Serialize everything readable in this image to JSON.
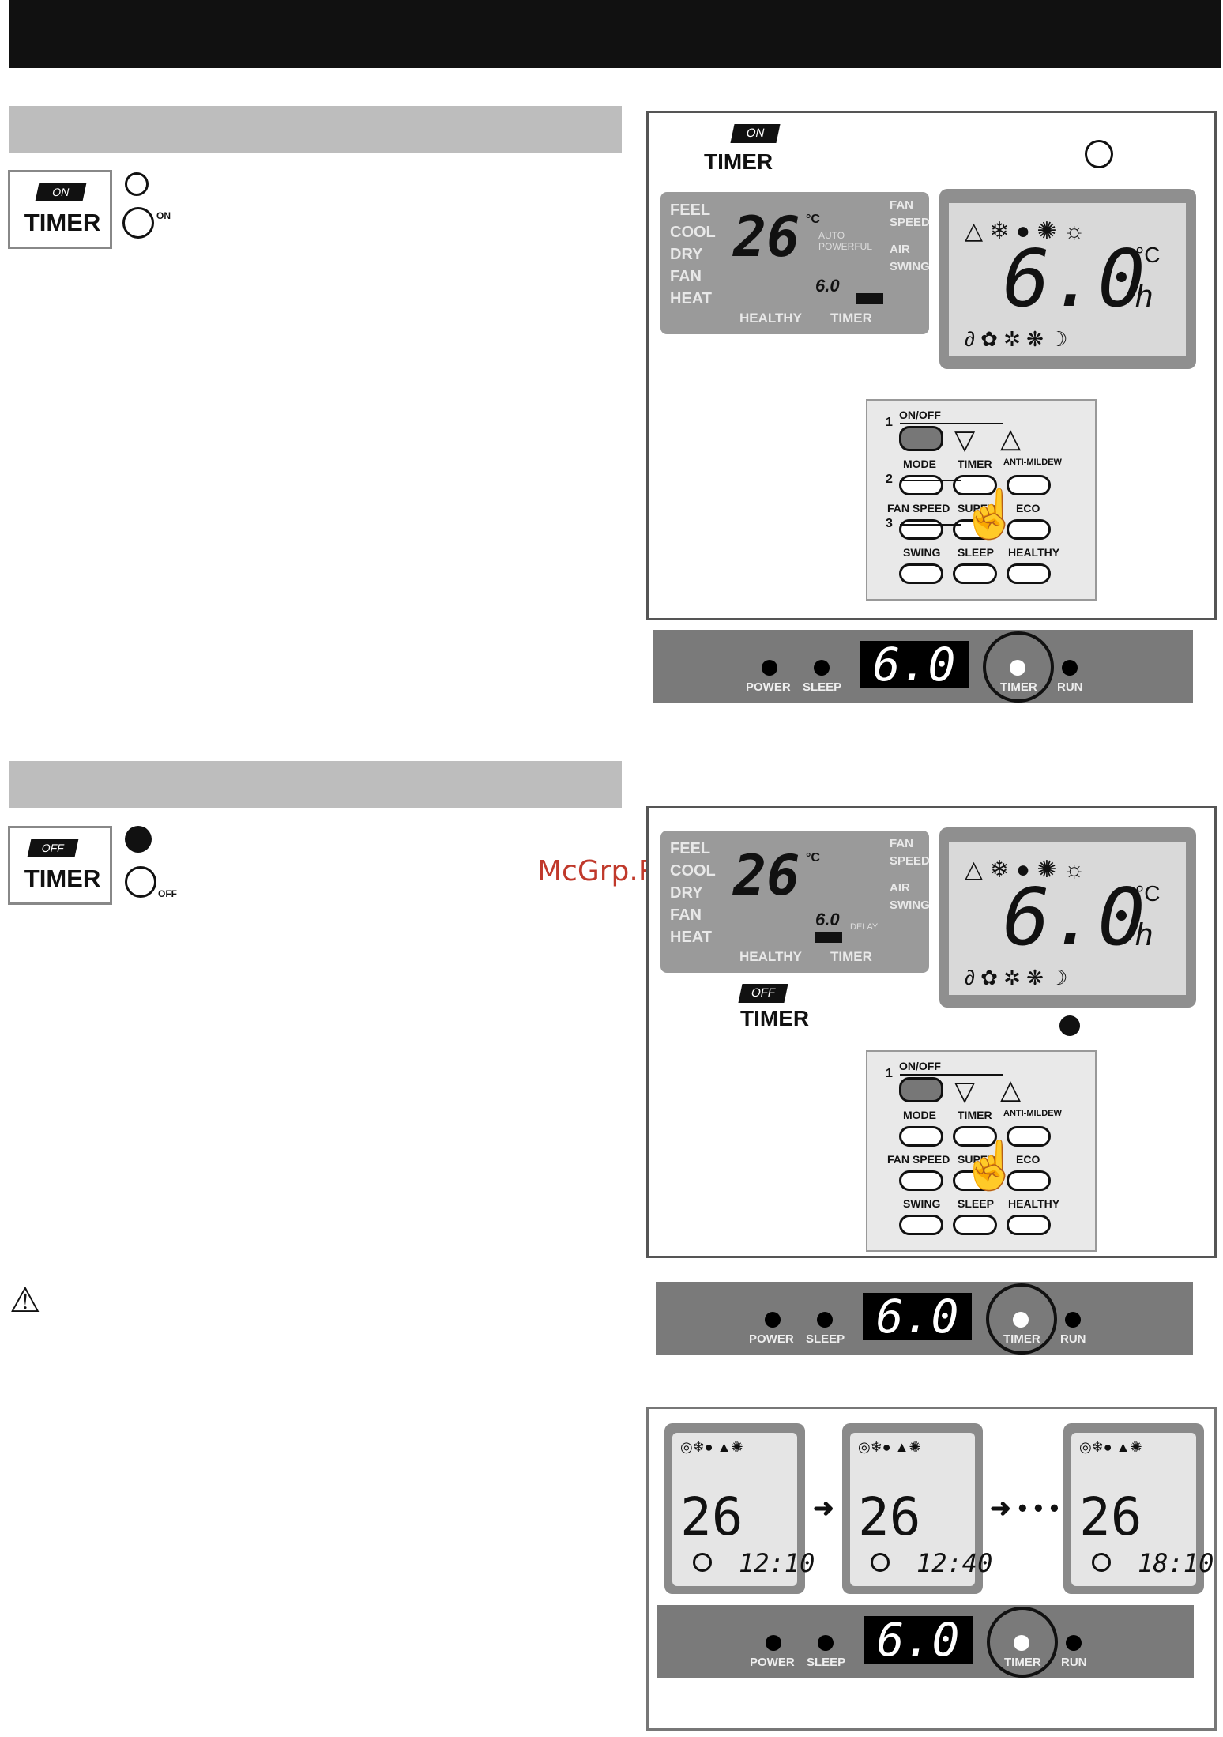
{
  "watermark": "McGrp.Ru",
  "on_timer": {
    "icon_tag": "ON",
    "icon_label": "TIMER",
    "clock_suffix": "ON",
    "callout_tag": "ON",
    "callout_label": "TIMER",
    "lcd_labels": [
      "FEEL",
      "COOL",
      "DRY",
      "FAN",
      "HEAT"
    ],
    "lcd_right_labels": [
      "FAN",
      "SPEED",
      "AIR",
      "SWING"
    ],
    "lcd_temp": "26",
    "lcd_unit": "°C",
    "lcd_timer": "6.0",
    "lcd_bottom": [
      "HEALTHY",
      "TIMER"
    ],
    "lcd_modes": "AUTO\nPOWERFUL",
    "remote_display": "6.0",
    "remote_unit": "h",
    "remote_unit_c": "°C",
    "remote_buttons": [
      "ON/OFF",
      "MODE",
      "TIMER",
      "ANTI-MILDEW",
      "FAN SPEED",
      "SUPER",
      "ECO",
      "SWING",
      "SLEEP",
      "HEALTHY"
    ],
    "callouts": [
      "1",
      "2",
      "3"
    ],
    "panel_display": "6.0",
    "panel_labels": [
      "POWER",
      "SLEEP",
      "TIMER",
      "RUN"
    ]
  },
  "off_timer": {
    "icon_tag": "OFF",
    "icon_label": "TIMER",
    "clock_suffix": "OFF",
    "callout_tag": "OFF",
    "callout_label": "TIMER",
    "lcd_labels": [
      "FEEL",
      "COOL",
      "DRY",
      "FAN",
      "HEAT"
    ],
    "lcd_right_labels": [
      "FAN",
      "SPEED",
      "AIR",
      "SWING"
    ],
    "lcd_temp": "26",
    "lcd_unit": "°C",
    "lcd_timer": "6.0",
    "lcd_timer_sub": "DELAY",
    "lcd_bottom": [
      "HEALTHY",
      "TIMER"
    ],
    "remote_display": "6.0",
    "remote_unit": "h",
    "remote_unit_c": "°C",
    "remote_buttons": [
      "ON/OFF",
      "MODE",
      "TIMER",
      "ANTI-MILDEW",
      "FAN SPEED",
      "SUPER",
      "ECO",
      "SWING",
      "SLEEP",
      "HEALTHY"
    ],
    "callouts": [
      "1"
    ],
    "panel_display": "6.0",
    "panel_labels": [
      "POWER",
      "SLEEP",
      "TIMER",
      "RUN"
    ]
  },
  "sequence": {
    "temps": [
      "26",
      "26",
      "26"
    ],
    "times": [
      "12:10",
      "12:40",
      "18:10"
    ],
    "arrow1": "➜",
    "arrow2": "➜ • • •",
    "panel_display": "6.0",
    "panel_labels": [
      "POWER",
      "SLEEP",
      "TIMER",
      "RUN"
    ]
  },
  "warning_icon": "⚠"
}
